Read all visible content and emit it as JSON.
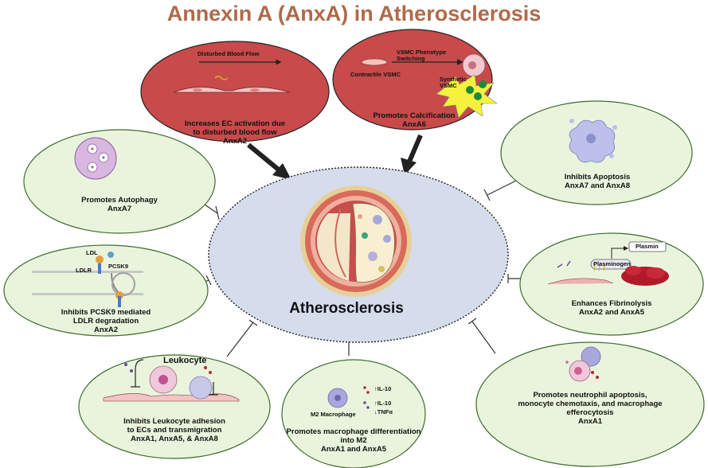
{
  "title": "Annexin A (AnxA) in Atherosclerosis",
  "center_label": "Atherosclerosis",
  "colors": {
    "title": "#b06a4a",
    "red_ellipse": "#c84a4a",
    "green_ellipse": "#eaf4dd",
    "green_border": "#3f6b2b",
    "center_fill": "#d5dcec"
  },
  "nodes": {
    "disturbed_flow": {
      "caption": "Disturbed Blood Flow",
      "lines": [
        "Increases EC activation due",
        "to disturbed blood flow",
        "AnxA2"
      ]
    },
    "calcification": {
      "captions": {
        "switching": "VSMC Phenotype\nSwitching",
        "contractile": "Contractile VSMC",
        "synthetic": "Synthetic\nVSMC"
      },
      "lines": [
        "Promotes Calcification",
        "AnxA6"
      ]
    },
    "autophagy": {
      "lines": [
        "Promotes Autophagy",
        "AnxA7"
      ]
    },
    "apoptosis": {
      "lines": [
        "Inhibits Apoptosis",
        "AnxA7 and AnxA8"
      ]
    },
    "pcsk9": {
      "captions": {
        "ldl": "LDL",
        "pcsk9": "PCSK9",
        "ldlr": "LDLR"
      },
      "lines": [
        "Inhibits PCSK9 mediated",
        "LDLR degradation",
        "AnxA2"
      ]
    },
    "fibrinolysis": {
      "captions": {
        "plasmin": "Plasmin",
        "plasminogen": "Plasminogen"
      },
      "lines": [
        "Enhances Fibrinolysis",
        "AnxA2 and AnxA5"
      ]
    },
    "leukocyte": {
      "heading": "Leukocyte",
      "lines": [
        "Inhibits Leukocyte adhesion",
        "to ECs and transmigration",
        "AnxA1,  AnxA5, & AnxA8"
      ]
    },
    "macrophage": {
      "captions": {
        "m2": "M2 Macrophage",
        "il10a": "↑IL-10",
        "il10b": "↑IL-10",
        "tnf": "↓TNFα"
      },
      "lines": [
        "Promotes macrophage differentiation",
        "into M2",
        "AnxA1 and AnxA5"
      ]
    },
    "neutrophil": {
      "lines": [
        "Promotes neutrophil apoptosis,",
        "monocyte chemotaxis, and macrophage",
        "efferocytosis",
        "AnxA1"
      ]
    }
  }
}
